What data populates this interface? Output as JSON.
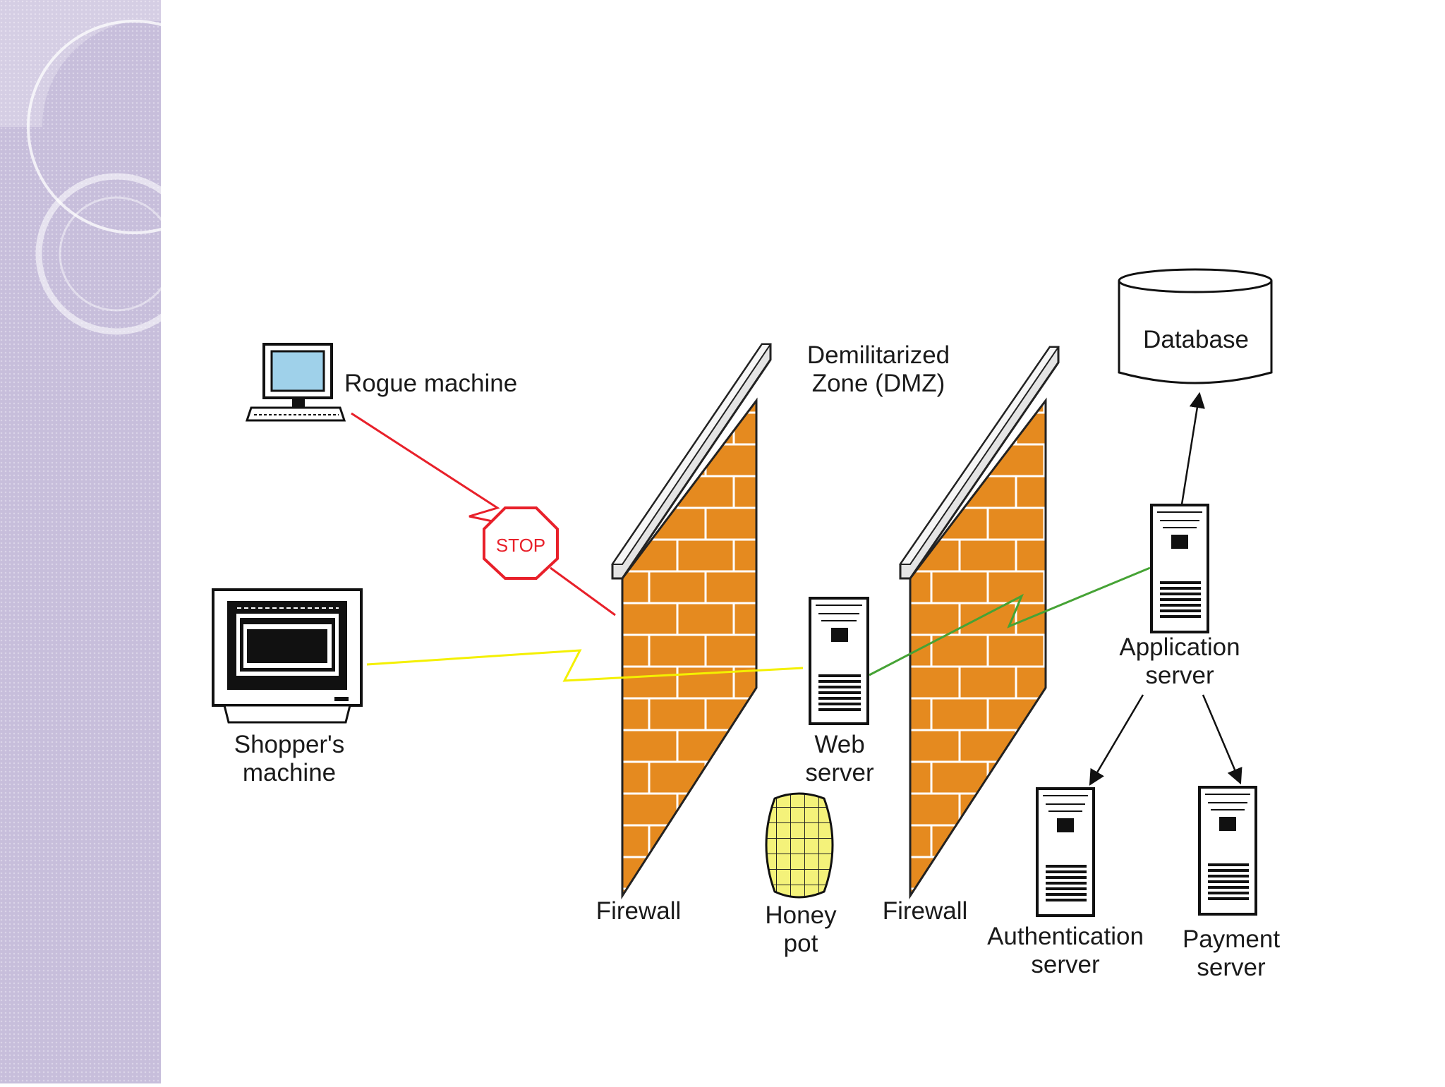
{
  "colors": {
    "side_band": "#c7bedb",
    "brick": "#e58a1f",
    "wall_cap": "#e4e4e4",
    "attack_link": "#e8202a",
    "shopper_link": "#f4f000",
    "internal_link": "#46a335",
    "honeypot": "#f4f27a",
    "monitor_screen": "#9fd1ea"
  },
  "diagram": {
    "rogue_machine": "Rogue machine",
    "stop_sign": "STOP",
    "shopper_machine": [
      "Shopper's",
      "machine"
    ],
    "dmz": [
      "Demilitarized",
      "Zone (DMZ)"
    ],
    "firewall_left": "Firewall",
    "firewall_right": "Firewall",
    "web_server": [
      "Web",
      "server"
    ],
    "honeypot": [
      "Honey",
      "pot"
    ],
    "database": "Database",
    "application_server": [
      "Application",
      "server"
    ],
    "authentication_server": [
      "Authentication",
      "server"
    ],
    "payment_server": [
      "Payment",
      "server"
    ]
  },
  "icons": [
    "rogue-computer-icon",
    "shopper-monitor-icon",
    "stop-sign-icon",
    "firewall-wall-icon",
    "web-server-icon",
    "honeypot-barrel-icon",
    "database-cylinder-icon",
    "application-server-icon",
    "authentication-server-icon",
    "payment-server-icon"
  ]
}
